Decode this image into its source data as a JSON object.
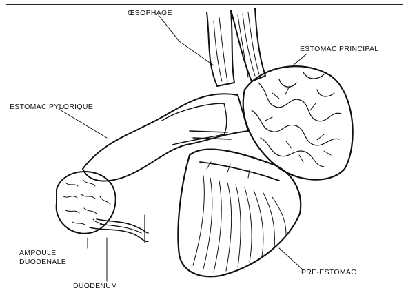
{
  "labels": {
    "oesophage": "ŒSOPHAGE",
    "estomac_principal": "ESTOMAC PRINCIPAL",
    "estomac_pylorique": "ESTOMAC PYLORIQUE",
    "ampoule_line1": "AMPOULE",
    "ampoule_line2": "DUODENALE",
    "duodenum": "DUODENUM",
    "pre_estomac": "PRE-ESTOMAC"
  },
  "colors": {
    "ink": "#111111",
    "paper": "#ffffff",
    "frame": "#222222"
  }
}
